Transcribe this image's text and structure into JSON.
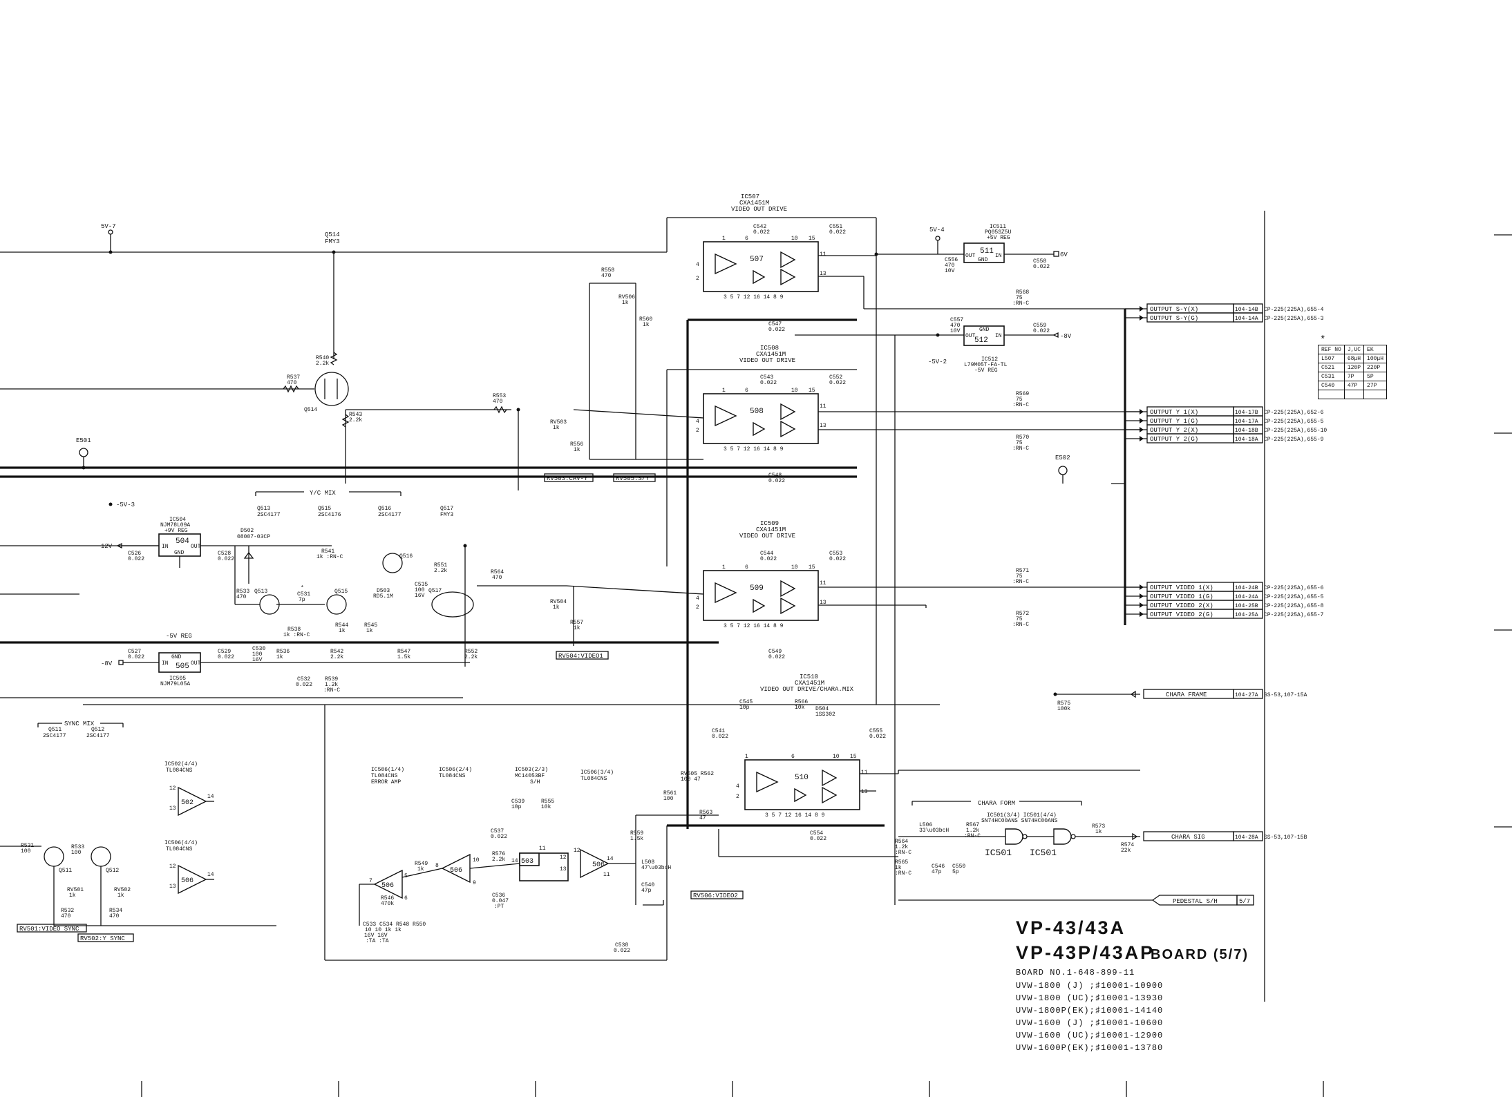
{
  "title": {
    "line1": "VP-43/43A",
    "line2": "VP-43P/43AP",
    "board": "BOARD (5/7)",
    "board_no": "BOARD NO.1-648-899-11",
    "serials": [
      "UVW-1800 (J) ;♯10001-10900",
      "UVW-1800 (UC);♯10001-13930",
      "UVW-1800P(EK);♯10001-14140",
      "UVW-1600 (J) ;♯10001-10600",
      "UVW-1600 (UC);♯10001-12900",
      "UVW-1600P(EK);♯10001-13780"
    ]
  },
  "ref_table": {
    "asterisk": "*",
    "headers": [
      "REF NO",
      "J,UC",
      "EK"
    ],
    "rows": [
      [
        "L507",
        "68μH",
        "100μH"
      ],
      [
        "C521",
        "120P",
        "220P"
      ],
      [
        "C531",
        "7P",
        "5P"
      ],
      [
        "C540",
        "47P",
        "27P"
      ],
      [
        "",
        "",
        ""
      ]
    ]
  },
  "outputs": [
    {
      "label": "OUTPUT S-Y(X)",
      "pin": "104-14B",
      "dest": "CP-225(225A),655-4"
    },
    {
      "label": "OUTPUT S-Y(G)",
      "pin": "104-14A",
      "dest": "CP-225(225A),655-3"
    },
    {
      "label": "OUTPUT Y 1(X)",
      "pin": "104-17B",
      "dest": "CP-225(225A),652-6"
    },
    {
      "label": "OUTPUT Y 1(G)",
      "pin": "104-17A",
      "dest": "CP-225(225A),655-5"
    },
    {
      "label": "OUTPUT Y 2(X)",
      "pin": "104-18B",
      "dest": "CP-225(225A),655-10"
    },
    {
      "label": "OUTPUT Y 2(G)",
      "pin": "104-18A",
      "dest": "CP-225(225A),655-9"
    },
    {
      "label": "OUTPUT VIDEO 1(X)",
      "pin": "104-24B",
      "dest": "CP-225(225A),655-6"
    },
    {
      "label": "OUTPUT VIDEO 1(G)",
      "pin": "104-24A",
      "dest": "CP-225(225A),655-5"
    },
    {
      "label": "OUTPUT VIDEO 2(X)",
      "pin": "104-25B",
      "dest": "CP-225(225A),655-8"
    },
    {
      "label": "OUTPUT VIDEO 2(G)",
      "pin": "104-25A",
      "dest": "CP-225(225A),655-7"
    }
  ],
  "chara_frame": {
    "label": "CHARA FRAME",
    "pin": "104-27A",
    "dest": "SS-53,107-15A"
  },
  "chara_sig": {
    "label": "CHARA SIG",
    "pin": "104-28A",
    "dest": "SS-53,107-15B"
  },
  "pedestal": {
    "label": "PEDESTAL S/H",
    "page": "5/7"
  },
  "ics": {
    "ic507": {
      "ref": "IC507",
      "part": "CXA1451M",
      "func": "VIDEO OUT DRIVE",
      "num": "507"
    },
    "ic508": {
      "ref": "IC508",
      "part": "CXA1451M",
      "func": "VIDEO OUT DRIVE",
      "num": "508"
    },
    "ic509": {
      "ref": "IC509",
      "part": "CXA1451M",
      "func": "VIDEO OUT DRIVE",
      "num": "509"
    },
    "ic510": {
      "ref": "IC510",
      "part": "CXA1451M",
      "func": "VIDEO OUT DRIVE/CHARA.MIX",
      "num": "510"
    },
    "ic511": {
      "ref": "IC511",
      "part": "PQ05SZ5U",
      "func": "+5V REG",
      "num": "511"
    },
    "ic512": {
      "ref": "IC512",
      "part": "L79M05T-FA-TL",
      "func": "-5V REG",
      "num": "512"
    },
    "ic504": {
      "ref": "IC504",
      "part": "NJM78L09A",
      "func": "+9V REG",
      "num": "504"
    },
    "ic505": {
      "ref": "IC505",
      "part": "NJM79L05A",
      "func": "-5V REG",
      "num": "505"
    },
    "ic502": {
      "ref": "IC502(4/4)",
      "part": "TL084CNS",
      "num": "502"
    },
    "ic506_44": {
      "ref": "IC506(4/4)",
      "part": "TL084CNS",
      "num": "506"
    },
    "ic506_14": {
      "ref": "IC506(1/4)",
      "part": "TL084CNS",
      "func": "ERROR AMP",
      "num": "506"
    },
    "ic506_24": {
      "ref": "IC506(2/4)",
      "part": "TL084CNS",
      "num": "506"
    },
    "ic503": {
      "ref": "IC503(2/3)",
      "part": "MC14053BF",
      "func": "S/H",
      "num": "503"
    },
    "ic506_34": {
      "ref": "IC506(3/4)",
      "part": "TL084CNS",
      "num": "506"
    },
    "ic501": {
      "ref": "IC501(3/4) IC501(4/4)",
      "part": "SN74HC00ANS SN74HC00ANS",
      "num1": "IC501",
      "num2": "IC501"
    }
  },
  "labels": {
    "v5_7": "5V-7",
    "v5_4": "5V-4",
    "v5_2": "-5V-2",
    "v5_3": "-5V-3",
    "v6": "6V",
    "v8n": "-8V",
    "v8": "-8V",
    "v12": "12V",
    "e501": "E501",
    "e502": "E502",
    "yc_mix": "Y/C MIX",
    "sync_mix": "SYNC MIX",
    "chara_form": "CHARA FORM",
    "reg5n": "-5V REG",
    "q514": "Q514",
    "q514b": "FMY3",
    "q513": "Q513\n2SC4177",
    "q515": "Q515\n2SC4176",
    "q516": "Q516\n2SC4177",
    "q517": "Q517\nFMY3",
    "q511": "Q511\n2SC4177",
    "q512": "Q512\n2SC4177",
    "d502": "D502\n08007-03CP",
    "rv503": "RV503:CAV-Y",
    "rv505": "RV505:S/Y",
    "rv504": "RV504:VIDEO1",
    "rv506": "RV506:VIDEO2",
    "rv501": "RV501:VIDEO SYNC",
    "rv502": "RV502:Y SYNC"
  }
}
